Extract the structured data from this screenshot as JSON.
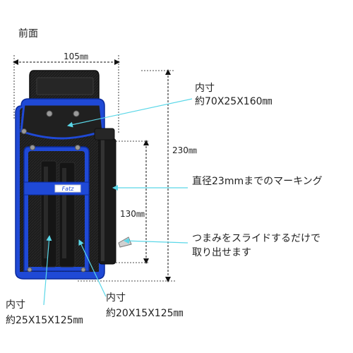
{
  "view_label": "前面",
  "dimensions": {
    "width": "105㎜",
    "height": "230㎜",
    "inner_height": "130㎜"
  },
  "callouts": {
    "main_inner": {
      "title": "内寸",
      "size": "約70X25X160㎜"
    },
    "marking": {
      "text": "直径23mmまでのマーキング"
    },
    "slide": {
      "line1": "つまみをスライドするだけで",
      "line2": "取り出せます"
    },
    "left_pocket": {
      "title": "内寸",
      "size": "約25X15X125㎜"
    },
    "right_pocket": {
      "title": "内寸",
      "size": "約20X15X125㎜"
    }
  },
  "product": {
    "brand_tag": "Fatz",
    "body_color": "#1a1a1a",
    "trim_color": "#1f49d6",
    "leader_color": "#5ad7e8",
    "dimension_color": "#111111"
  }
}
